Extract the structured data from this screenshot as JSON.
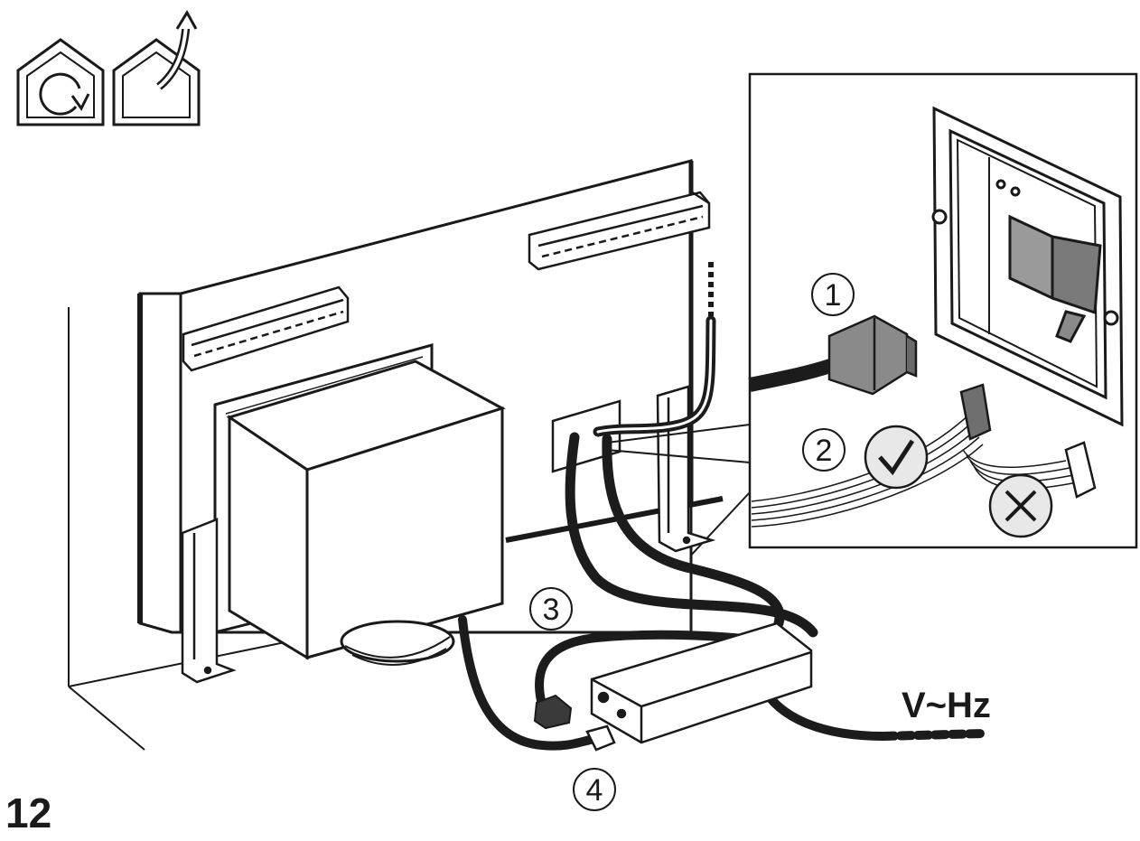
{
  "step_number": "12",
  "callouts": [
    "1",
    "2",
    "3",
    "4"
  ],
  "supply_label": "V~Hz",
  "icons": {
    "recirculation": "house-recirculation-icon",
    "extraction": "house-extraction-icon",
    "correct": "checkmark-icon",
    "incorrect": "cross-icon"
  },
  "colors": {
    "line": "#1a1a1a",
    "cable": "#1c1c1c",
    "background": "#ffffff",
    "badge": "#e8e8e8"
  }
}
